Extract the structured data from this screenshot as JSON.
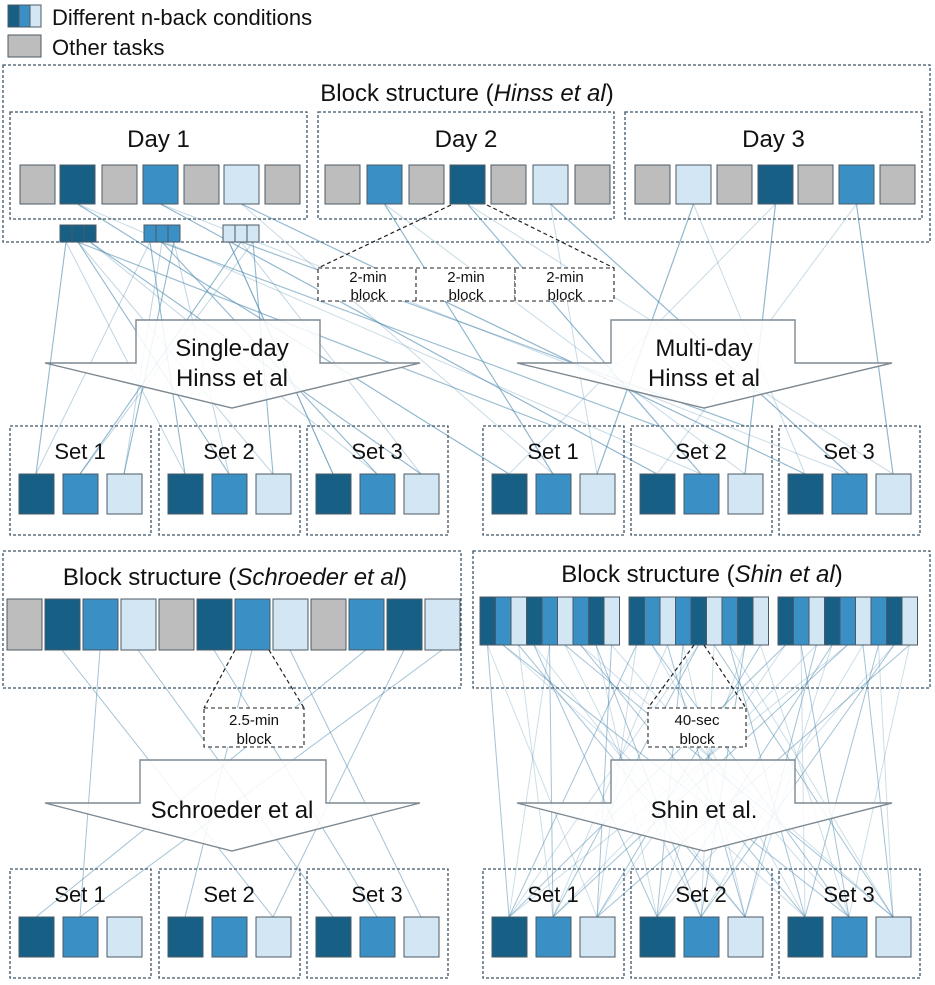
{
  "legend": {
    "nback_label": "Different n-back conditions",
    "other_label": "Other tasks"
  },
  "colors": {
    "dark": "#175f85",
    "mid": "#3a8fc4",
    "light": "#d3e6f3",
    "gray": "#bdbdbd",
    "border": "#3d5466",
    "line": "#4a88ad",
    "arrow": "#7d8891"
  },
  "hinss": {
    "title_prefix": "Block structure (",
    "title_italic": "Hinss et al",
    "title_suffix": ")",
    "days": [
      {
        "label": "Day 1",
        "blocks": [
          "gray",
          "dark",
          "gray",
          "mid",
          "gray",
          "light",
          "gray"
        ]
      },
      {
        "label": "Day 2",
        "blocks": [
          "gray",
          "mid",
          "gray",
          "dark",
          "gray",
          "light",
          "gray"
        ]
      },
      {
        "label": "Day 3",
        "blocks": [
          "gray",
          "light",
          "gray",
          "dark",
          "gray",
          "mid",
          "gray"
        ]
      }
    ],
    "sub_blocks": [
      {
        "line1": "2-min",
        "line2": "block"
      },
      {
        "line1": "2-min",
        "line2": "block"
      },
      {
        "line1": "2-min",
        "line2": "block"
      }
    ],
    "arrow_single": {
      "line1": "Single-day",
      "line2": "Hinss et al"
    },
    "arrow_multi": {
      "line1": "Multi-day",
      "line2": "Hinss et al"
    }
  },
  "schroeder": {
    "title_prefix": "Block structure (",
    "title_italic": "Schroeder et al",
    "title_suffix": ")",
    "blocks": [
      "gray",
      "dark",
      "mid",
      "light",
      "gray",
      "dark",
      "mid",
      "light",
      "gray",
      "mid",
      "dark",
      "light"
    ],
    "sub_block": {
      "line1": "2.5-min",
      "line2": "block"
    },
    "arrow_label": "Schroeder et al"
  },
  "shin": {
    "title_prefix": "Block structure (",
    "title_italic": "Shin et al",
    "title_suffix": ")",
    "groups": [
      [
        "dark",
        "mid",
        "light",
        "dark",
        "mid",
        "light",
        "mid",
        "dark",
        "light"
      ],
      [
        "dark",
        "mid",
        "light",
        "mid",
        "dark",
        "light",
        "mid",
        "dark",
        "light"
      ],
      [
        "dark",
        "mid",
        "light",
        "dark",
        "mid",
        "light",
        "mid",
        "dark",
        "light"
      ]
    ],
    "sub_block": {
      "line1": "40-sec",
      "line2": "block"
    },
    "arrow_label": "Shin et al."
  },
  "sets": [
    "Set 1",
    "Set 2",
    "Set 3"
  ]
}
